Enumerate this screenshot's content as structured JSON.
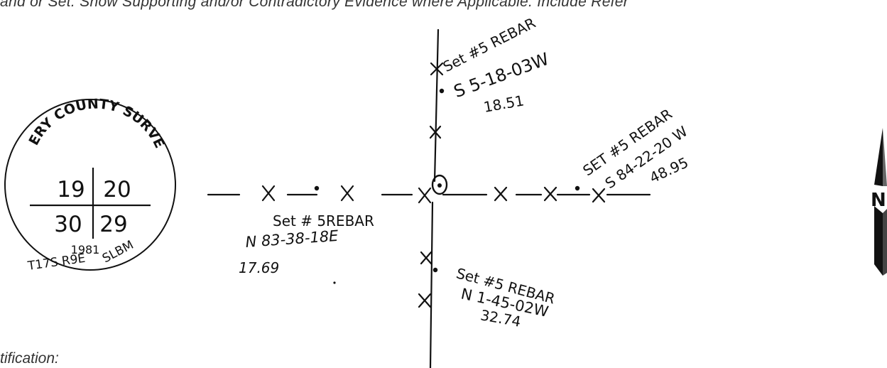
{
  "document": {
    "header_text": "and or Set. Show Supporting and/or Contradictory Evidence where Applicable. Include Refer",
    "footer_label": "tification:"
  },
  "seal": {
    "ring_text": "EMERY COUNTY SURVEYS",
    "sections": [
      "19",
      "20",
      "30",
      "29"
    ],
    "year": "1981",
    "township_left": "T17S R9E",
    "meridian": "SLBM"
  },
  "annotations": {
    "north": {
      "line1": "Set #5 REBAR",
      "line2": "S 5-18-03W",
      "line3": "18.51"
    },
    "east": {
      "line1": "SET #5 REBAR",
      "line2": "S 84-22-20 W",
      "line3": "48.95"
    },
    "west": {
      "line1": "Set # 5REBAR",
      "line2": "N 83-38-18E",
      "line3": "17.69"
    },
    "south": {
      "line1": "Set #5 REBAR",
      "line2": "N 1-45-02W",
      "line3": "32.74"
    }
  },
  "north_arrow": {
    "letter": "N"
  }
}
